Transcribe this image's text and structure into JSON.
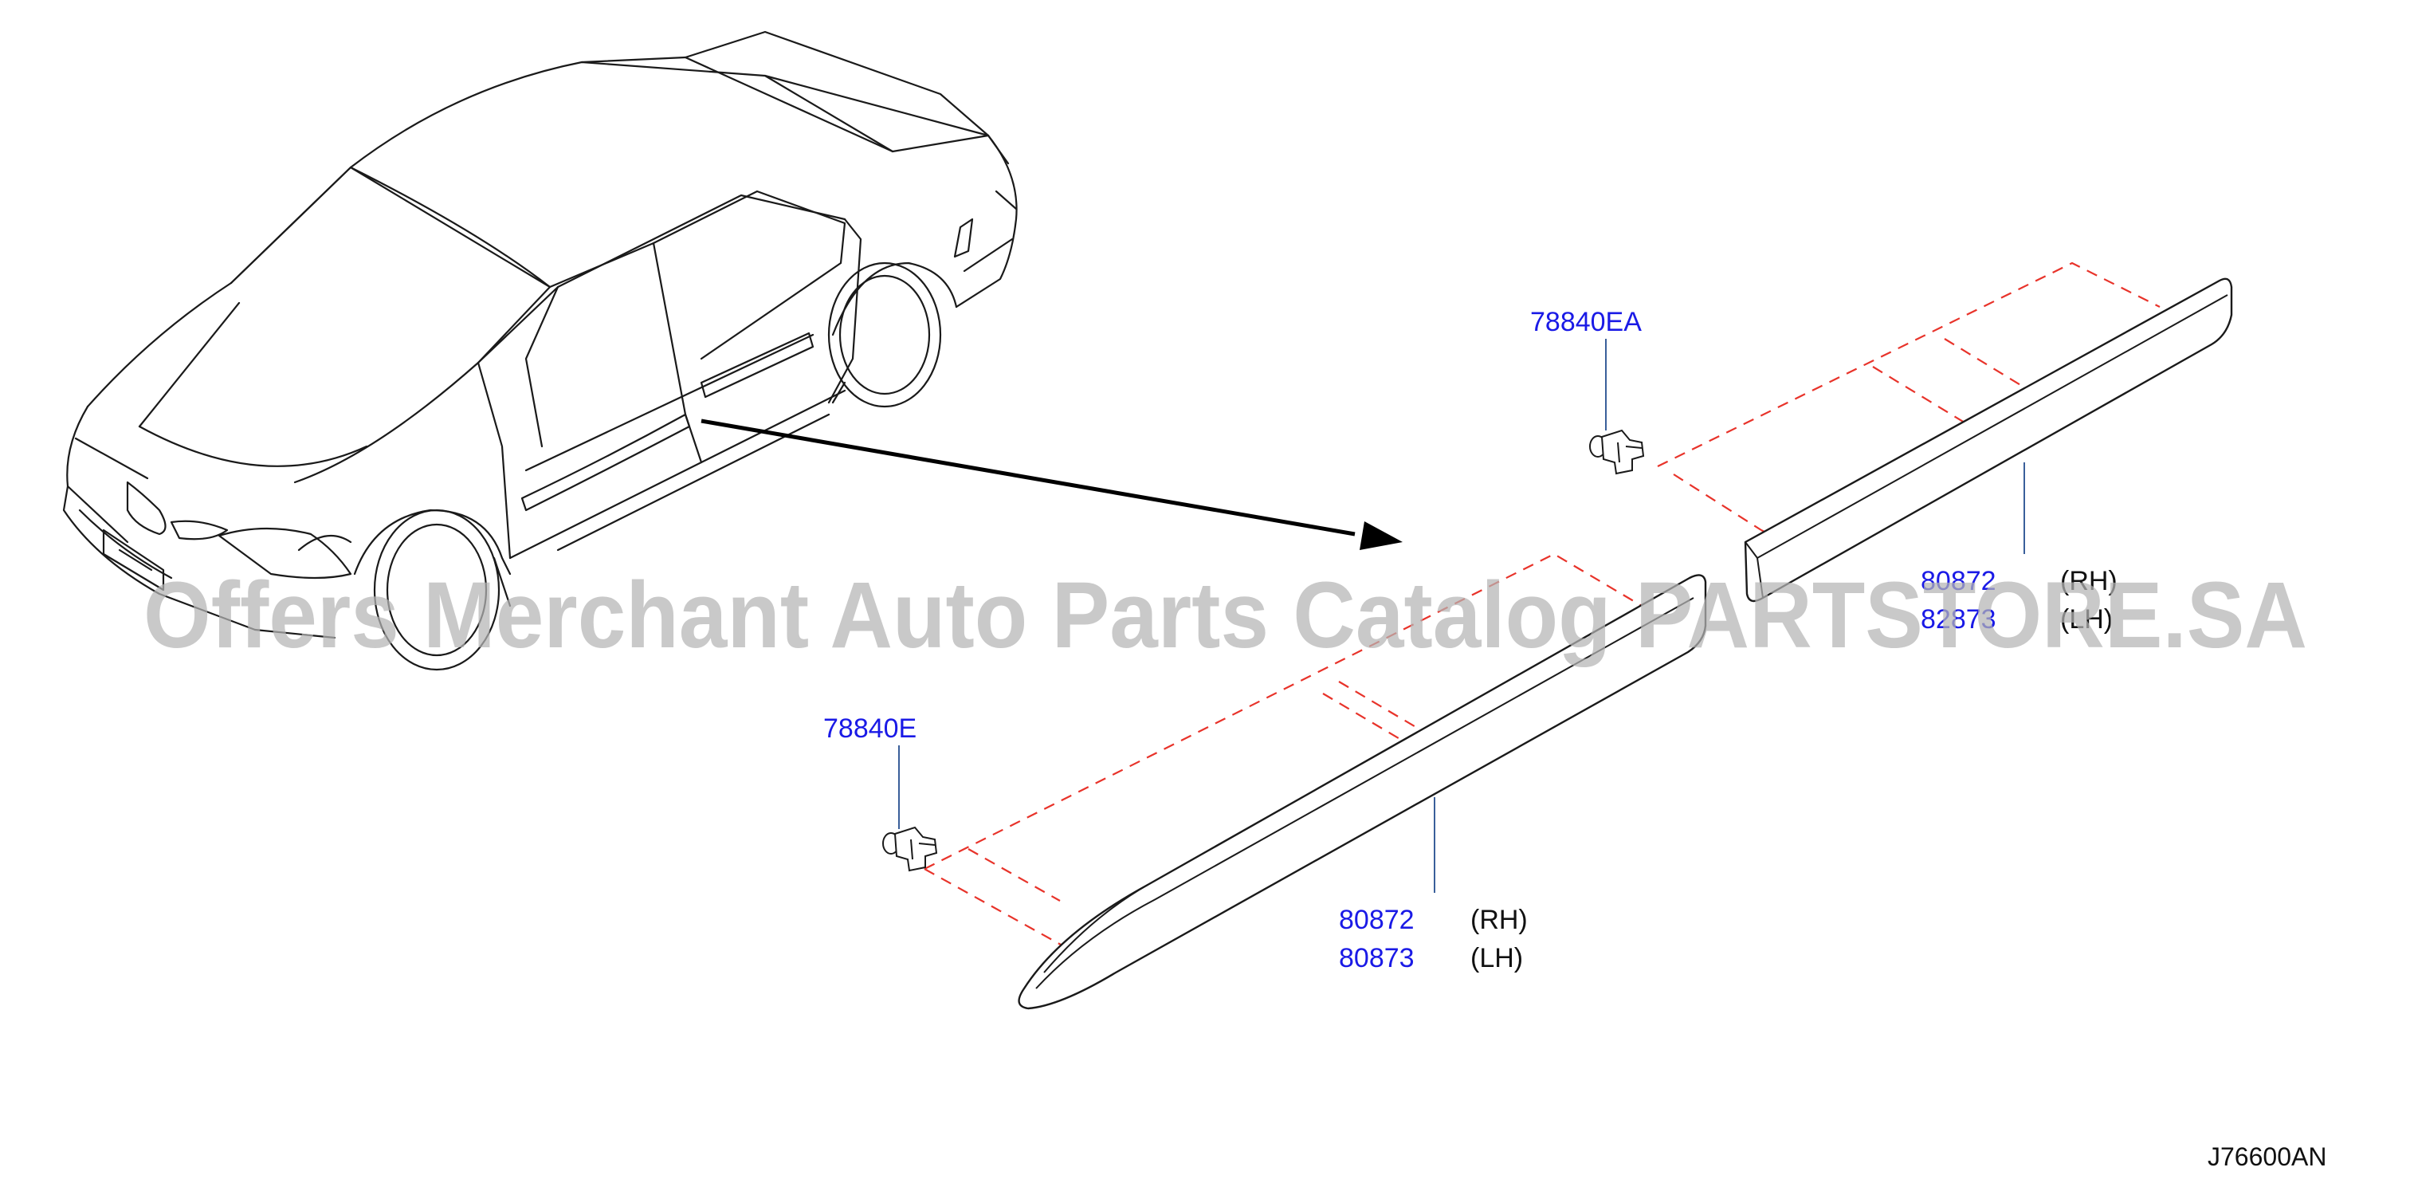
{
  "diagram": {
    "callouts": [
      {
        "id": "clip-rear",
        "part_number": "78840EA"
      },
      {
        "id": "clip-front",
        "part_number": "78840E"
      },
      {
        "id": "molding-rear",
        "part_number_rh": "80872",
        "side_rh": "(RH)",
        "part_number_lh": "82873",
        "side_lh": "(LH)"
      },
      {
        "id": "molding-front",
        "part_number_rh": "80872",
        "side_rh": "(RH)",
        "part_number_lh": "80873",
        "side_lh": "(LH)"
      }
    ],
    "illustration_code": "J76600AN"
  },
  "watermark": {
    "text": "Offers Merchant Auto Parts Catalog PARTSTORE.SA"
  },
  "colors": {
    "part_number": "#1a1ae6",
    "dash_line": "#e8332a",
    "leader_line": "#3a5f9a",
    "drawing_line": "#1a1a1a",
    "watermark": "#b4b4b4"
  }
}
